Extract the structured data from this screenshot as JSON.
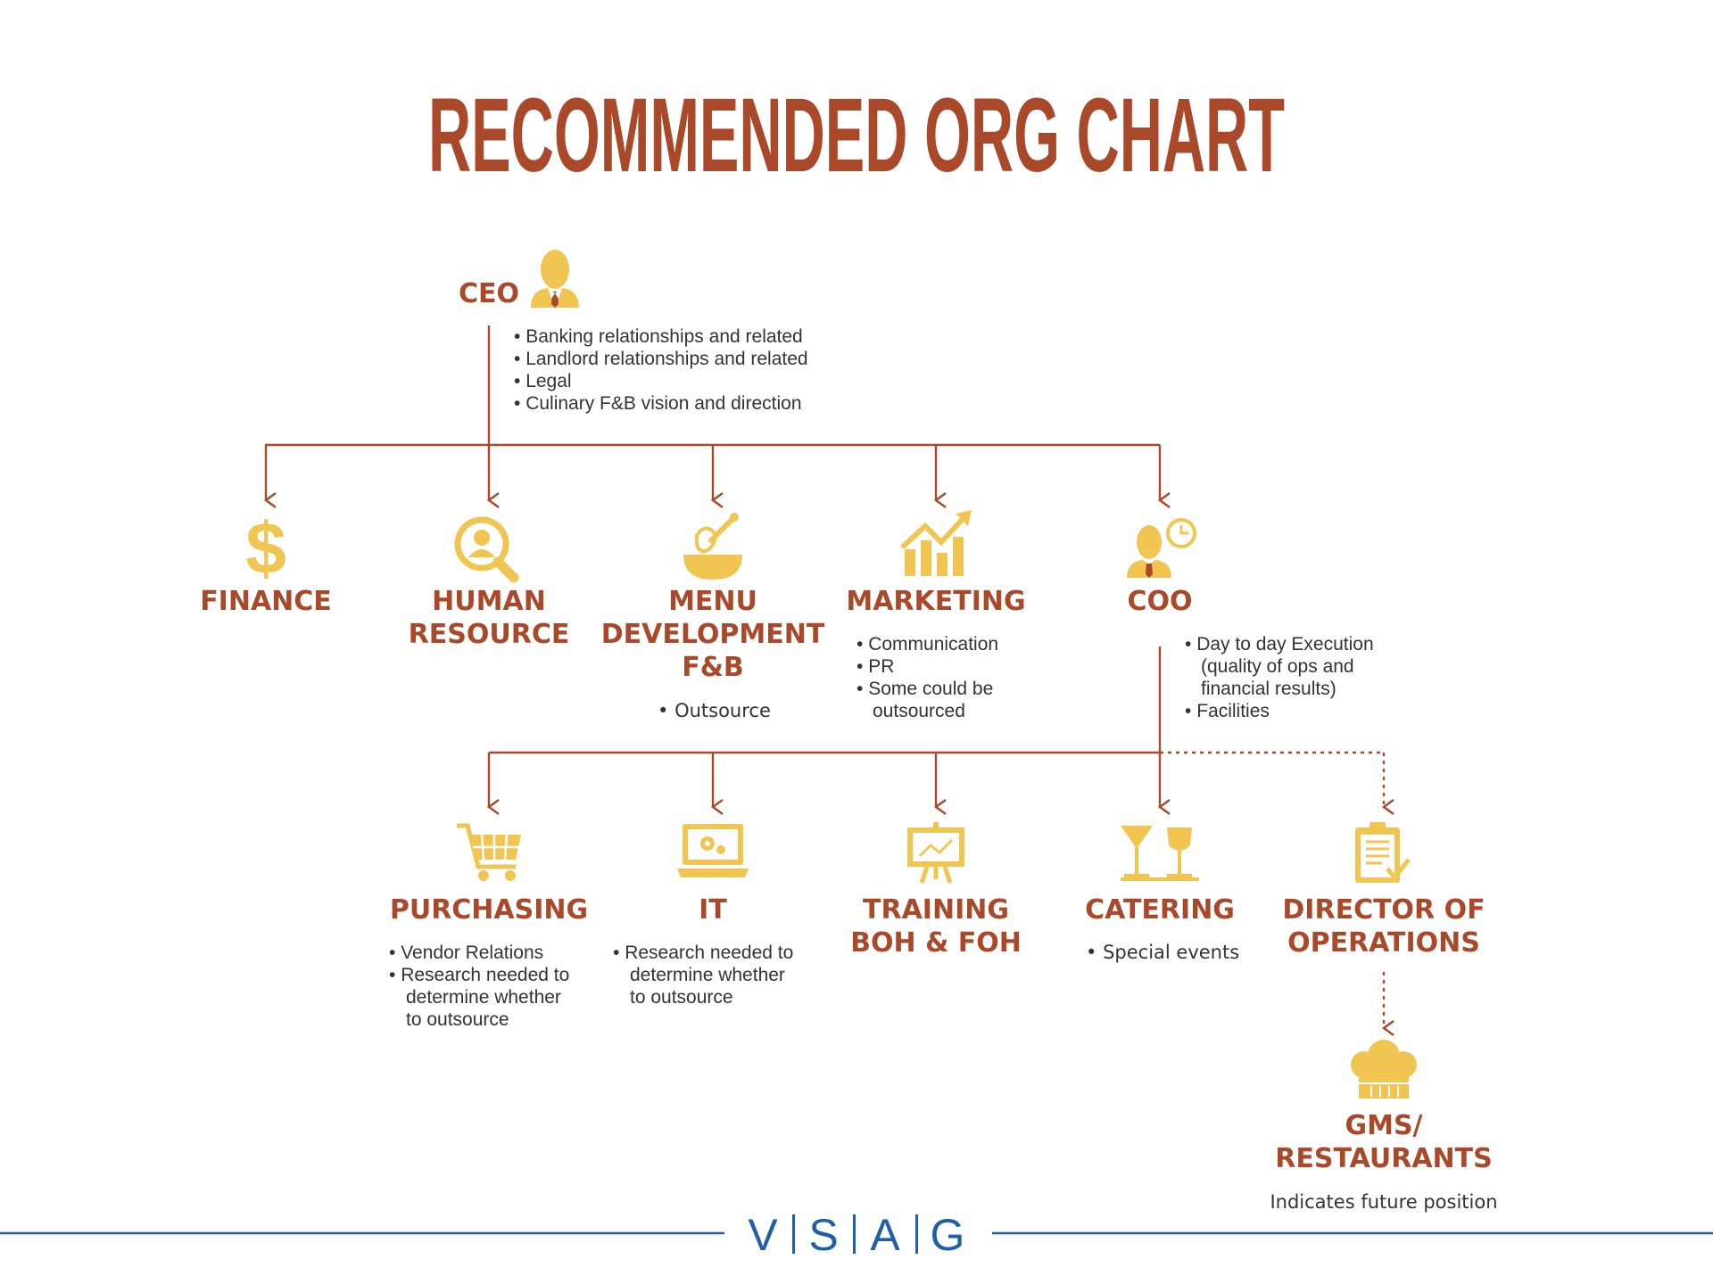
{
  "title": "RECOMMENDED ORG CHART",
  "colors": {
    "primary": "#a9492a",
    "icon": "#f0c552",
    "text": "#333333",
    "logo": "#1f5fa8"
  },
  "nodes": {
    "ceo": {
      "label": "CEO",
      "icon": "businessman-icon",
      "bullets": [
        "Banking relationships and related",
        "Landlord relationships and related",
        "Legal",
        "Culinary F&B vision and direction"
      ]
    },
    "finance": {
      "label": "FINANCE",
      "icon": "dollar-icon"
    },
    "hr": {
      "line1": "HUMAN",
      "line2": "RESOURCE",
      "icon": "search-person-icon"
    },
    "menu": {
      "line1": "MENU",
      "line2": "DEVELOPMENT",
      "line3": "F&B",
      "icon": "whisk-bowl-icon",
      "bullets": [
        "Outsource"
      ]
    },
    "marketing": {
      "label": "MARKETING",
      "icon": "growth-chart-icon",
      "bullets": [
        "Communication",
        "PR",
        "Some could be"
      ],
      "continuation": "outsourced"
    },
    "coo": {
      "label": "COO",
      "icon": "businessman-clock-icon",
      "bullets": [
        "Day to day Execution"
      ],
      "continuation": [
        "(quality of ops and",
        "financial results)"
      ],
      "bullets2": [
        "Facilities"
      ]
    },
    "purchasing": {
      "label": "PURCHASING",
      "icon": "cart-icon",
      "bullets": [
        "Vendor Relations",
        "Research needed to"
      ],
      "continuation": [
        "determine whether",
        "to outsource"
      ]
    },
    "it": {
      "label": "IT",
      "icon": "laptop-gears-icon",
      "bullets": [
        "Research needed to"
      ],
      "continuation": [
        "determine whether",
        "to outsource"
      ]
    },
    "training": {
      "line1": "TRAINING",
      "line2": "BOH & FOH",
      "icon": "presentation-board-icon"
    },
    "catering": {
      "label": "CATERING",
      "icon": "glasses-icon",
      "bullets": [
        "Special events"
      ]
    },
    "director": {
      "line1": "DIRECTOR OF",
      "line2": "OPERATIONS",
      "icon": "clipboard-check-icon"
    },
    "gms": {
      "line1": "GMS/",
      "line2": "RESTAURANTS",
      "icon": "chef-hat-icon"
    }
  },
  "footnote": "Indicates future position",
  "logo": [
    "V",
    "S",
    "A",
    "G"
  ]
}
